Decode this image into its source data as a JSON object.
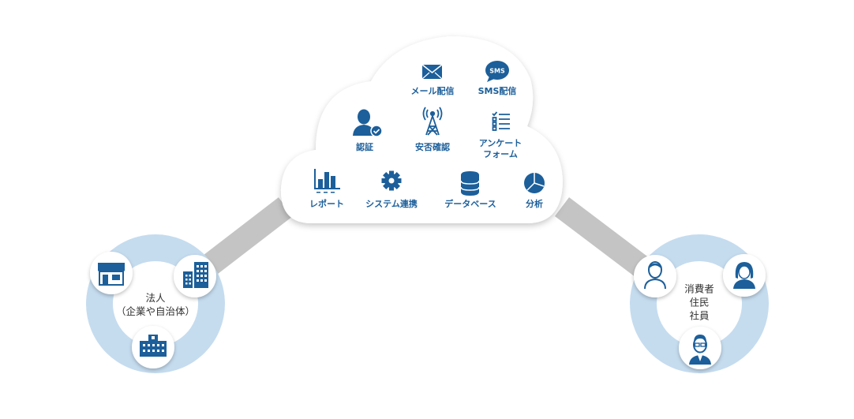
{
  "cloud": {
    "services": [
      {
        "id": "mail",
        "label": "メール配信",
        "icon": "envelope-icon"
      },
      {
        "id": "sms",
        "label": "SMS配信",
        "icon": "sms-bubble-icon",
        "badge": "SMS"
      },
      {
        "id": "auth",
        "label": "認証",
        "icon": "user-check-icon"
      },
      {
        "id": "safety",
        "label": "安否確認",
        "icon": "antenna-tower-icon"
      },
      {
        "id": "survey",
        "label_line1": "アンケート",
        "label_line2": "フォーム",
        "icon": "checklist-icon"
      },
      {
        "id": "report",
        "label": "レポート",
        "icon": "bar-chart-icon"
      },
      {
        "id": "integration",
        "label": "システム連携",
        "icon": "gear-icon"
      },
      {
        "id": "database",
        "label": "データベース",
        "icon": "database-icon"
      },
      {
        "id": "analysis",
        "label": "分析",
        "icon": "pie-chart-icon"
      }
    ]
  },
  "left_group": {
    "line1": "法人",
    "line2": "（企業や自治体）",
    "icons": [
      "shop-icon",
      "office-buildings-icon",
      "city-hall-icon"
    ]
  },
  "right_group": {
    "line1": "消費者",
    "line2": "住民",
    "line3": "社員",
    "icons": [
      "male-user-icon",
      "female-user-icon",
      "employee-with-glasses-icon"
    ]
  },
  "colors": {
    "accent": "#1c5f9a",
    "circle_bg": "#c5dcef",
    "connector": "#c4c4c4",
    "cloud_fill": "#ffffff"
  }
}
